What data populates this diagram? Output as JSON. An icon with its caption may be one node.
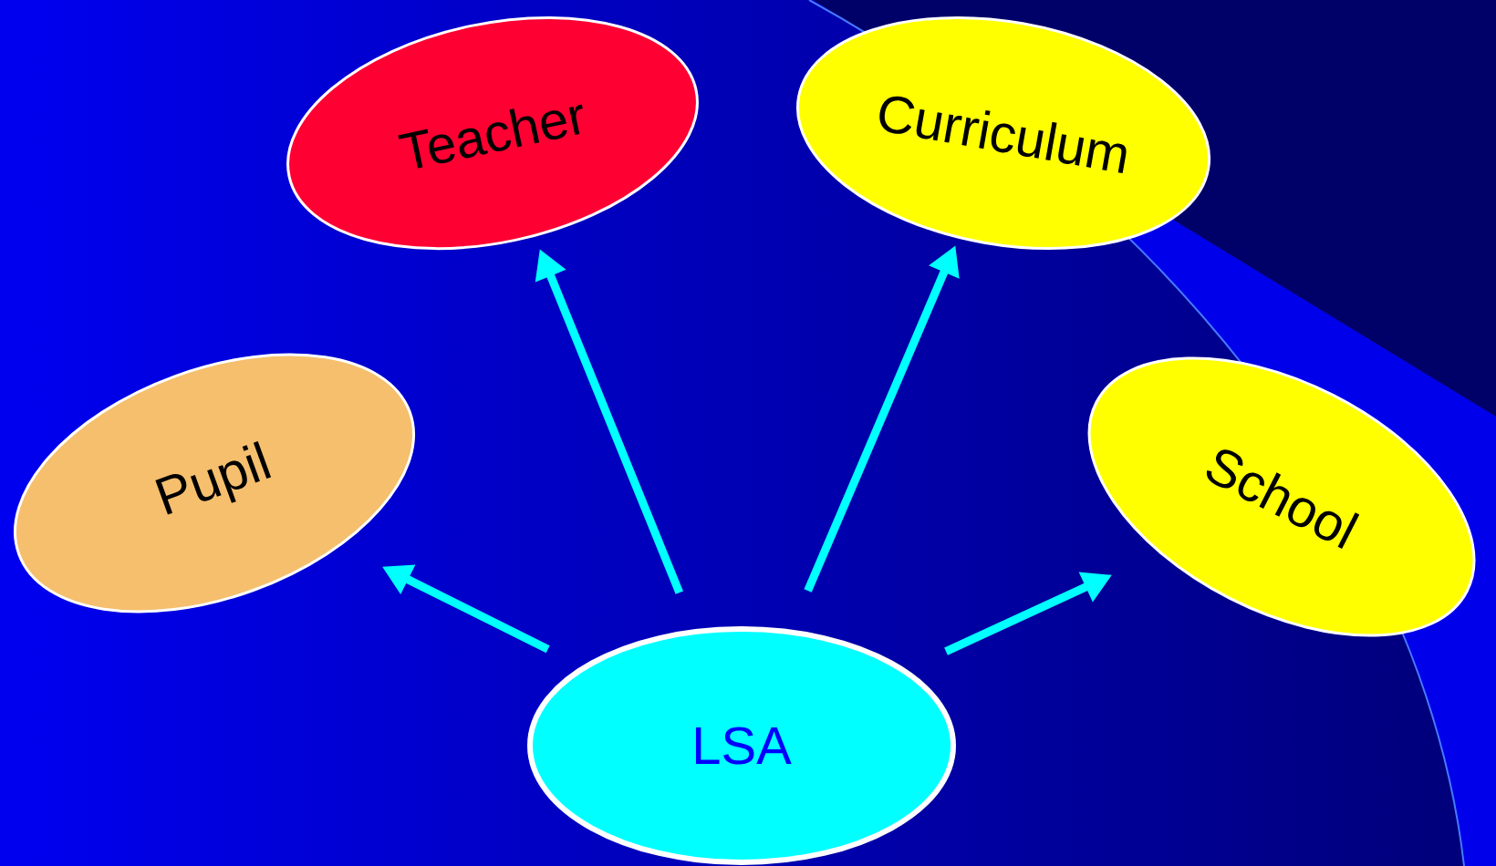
{
  "diagram": {
    "nodes": [
      {
        "text": [
          "Teacher"
        ]
      },
      {
        "text": [
          "Curriculum"
        ]
      },
      {
        "text": [
          "Pupil"
        ]
      },
      {
        "text": [
          "School"
        ]
      },
      {
        "text": [
          "LSA"
        ]
      }
    ],
    "edges": [
      {
        "from": 4,
        "to": 2,
        "arrow": "to"
      },
      {
        "from": 4,
        "to": 0,
        "arrow": "to"
      },
      {
        "from": 4,
        "to": 1,
        "arrow": "to"
      },
      {
        "from": 4,
        "to": 3,
        "arrow": "to"
      }
    ]
  }
}
